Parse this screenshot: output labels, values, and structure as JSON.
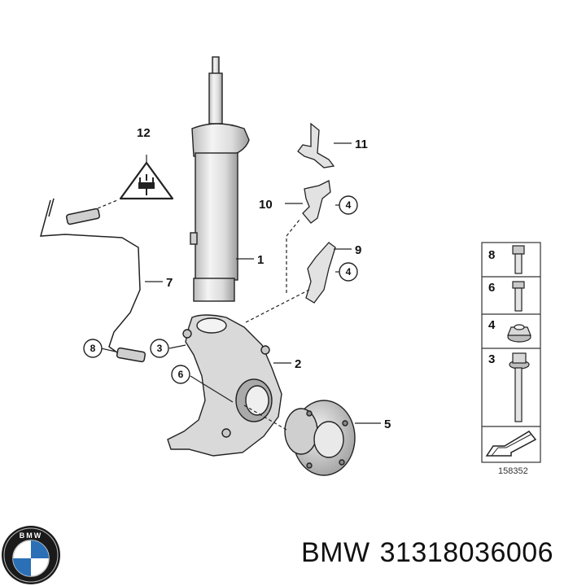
{
  "labels": {
    "l1": "1",
    "l2": "2",
    "l3": "3",
    "l4a": "4",
    "l4b": "4",
    "l5": "5",
    "l6": "6",
    "l7": "7",
    "l8": "8",
    "l9": "9",
    "l10": "10",
    "l11": "11",
    "l12": "12"
  },
  "legend": {
    "rows": [
      {
        "num": "8",
        "icon": "bolt-icon"
      },
      {
        "num": "6",
        "icon": "bolt-icon"
      },
      {
        "num": "4",
        "icon": "nut-icon"
      },
      {
        "num": "3",
        "icon": "long-bolt-icon"
      }
    ]
  },
  "diagram_id": "158352",
  "brand": {
    "name": "BMW",
    "part_number": "31318036006"
  },
  "colors": {
    "line": "#222222",
    "part_fill": "#e6e6e6",
    "part_shade": "#bdbdbd"
  }
}
